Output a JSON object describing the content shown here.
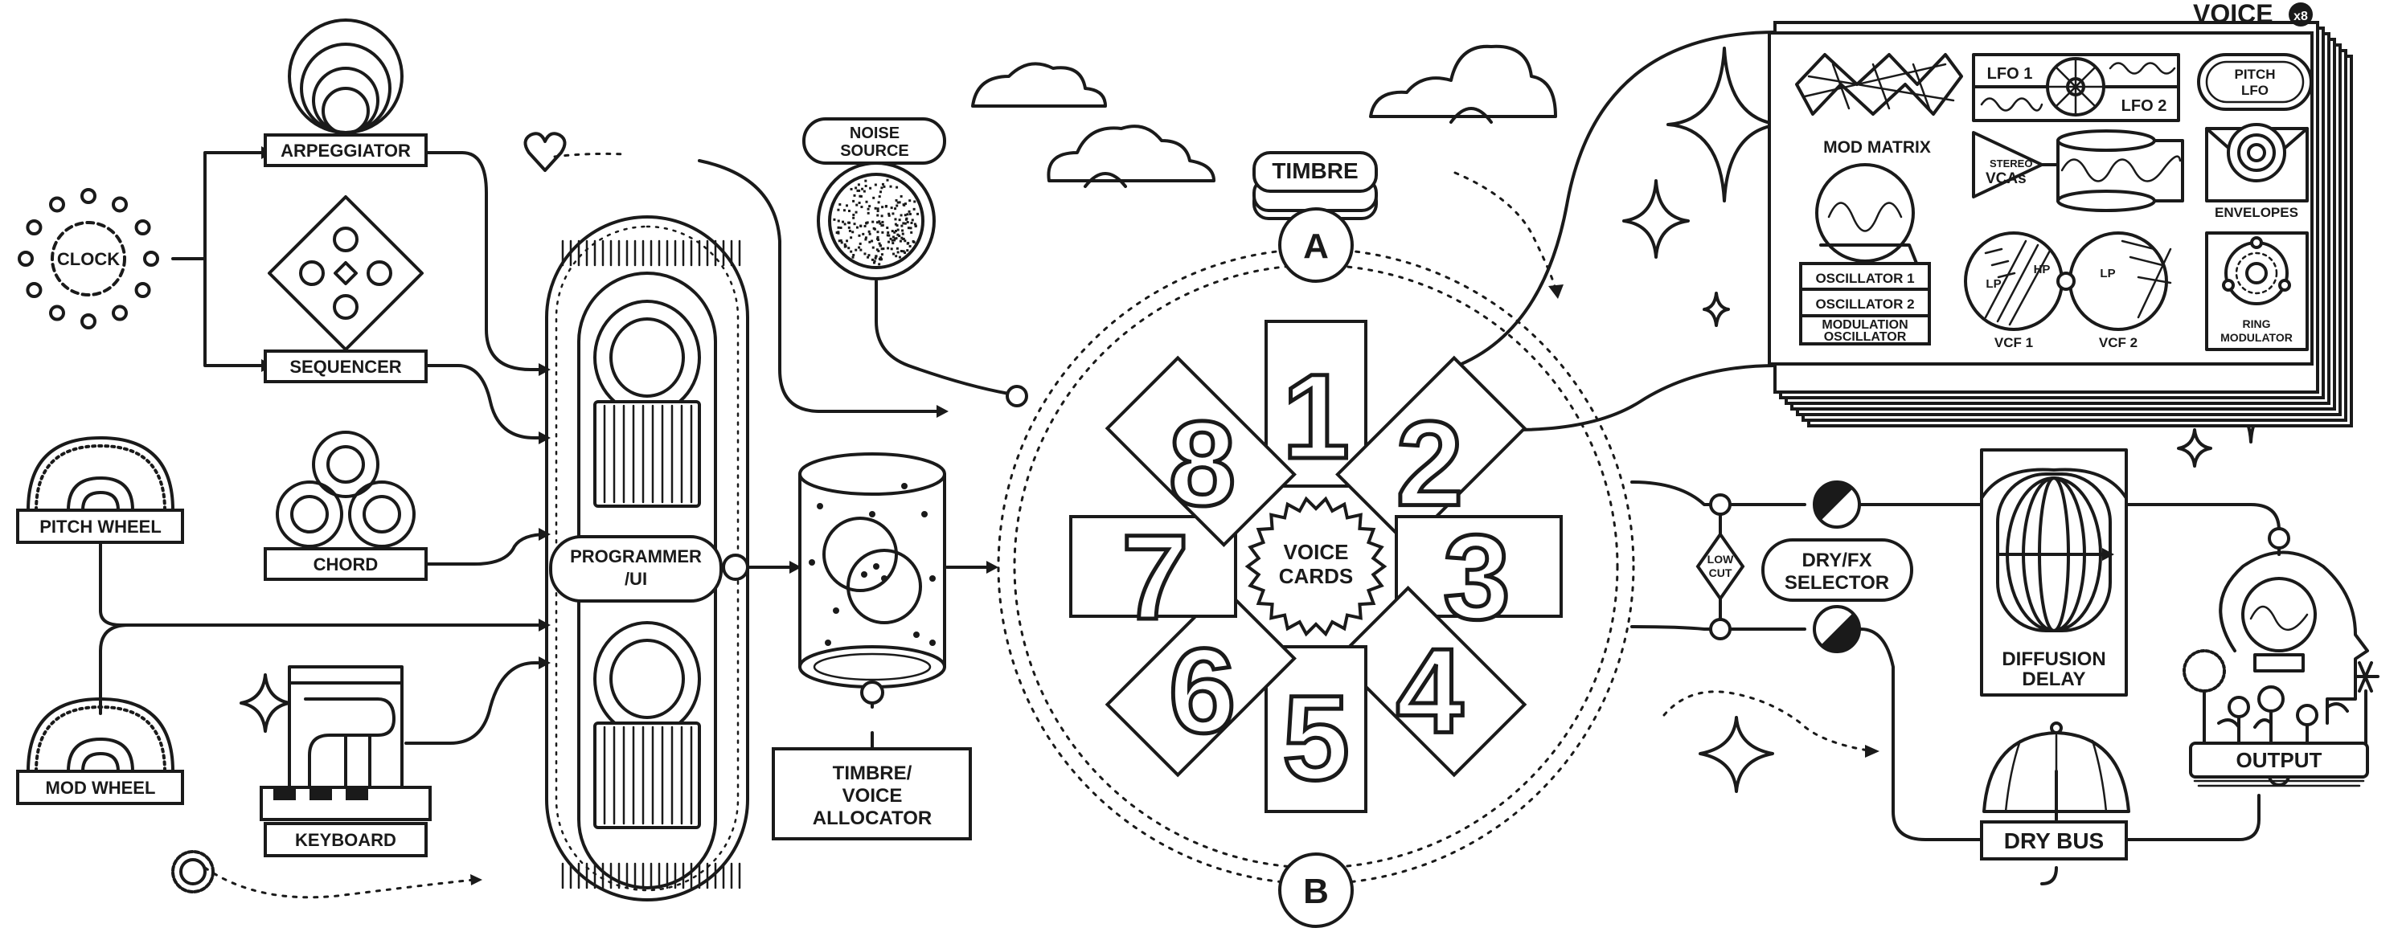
{
  "labels": {
    "clock": "CLOCK",
    "arpeggiator": "ARPEGGIATOR",
    "sequencer": "SEQUENCER",
    "chord": "CHORD",
    "pitch_wheel": "PITCH WHEEL",
    "mod_wheel": "MOD WHEEL",
    "keyboard": "KEYBOARD",
    "programmer_l1": "PROGRAMMER",
    "programmer_l2": "/UI",
    "noise_l1": "NOISE",
    "noise_l2": "SOURCE",
    "allocator_l1": "TIMBRE/",
    "allocator_l2": "VOICE",
    "allocator_l3": "ALLOCATOR",
    "timbre": "TIMBRE",
    "timbre_a": "A",
    "timbre_b": "B",
    "voice_cards_l1": "VOICE",
    "voice_cards_l2": "CARDS",
    "low_cut_l1": "LOW",
    "low_cut_l2": "CUT",
    "dryfx_l1": "DRY/FX",
    "dryfx_l2": "SELECTOR",
    "diffusion_l1": "DIFFUSION",
    "diffusion_l2": "DELAY",
    "dry_bus": "DRY BUS",
    "output": "OUTPUT"
  },
  "voice_panel": {
    "title": "VOICE",
    "count_badge": "x8",
    "mod_matrix": "MOD MATRIX",
    "lfo1": "LFO 1",
    "lfo2": "LFO 2",
    "pitch_lfo_l1": "PITCH",
    "pitch_lfo_l2": "LFO",
    "stereo_vcas_l1": "STEREO",
    "stereo_vcas_l2": "VCAs",
    "envelopes": "ENVELOPES",
    "osc1": "OSCILLATOR 1",
    "osc2": "OSCILLATOR 2",
    "mod_osc_l1": "MODULATION",
    "mod_osc_l2": "OSCILLATOR",
    "vcf1_lp": "LP",
    "vcf1_hp": "HP",
    "vcf2_lp": "LP",
    "vcf1": "VCF 1",
    "vcf2": "VCF 2",
    "ring_mod_l1": "RING",
    "ring_mod_l2": "MODULATOR"
  },
  "voice_card_numbers": [
    "1",
    "2",
    "3",
    "4",
    "5",
    "6",
    "7",
    "8"
  ],
  "colors": {
    "ink": "#1a1a1a",
    "paper": "#ffffff"
  }
}
